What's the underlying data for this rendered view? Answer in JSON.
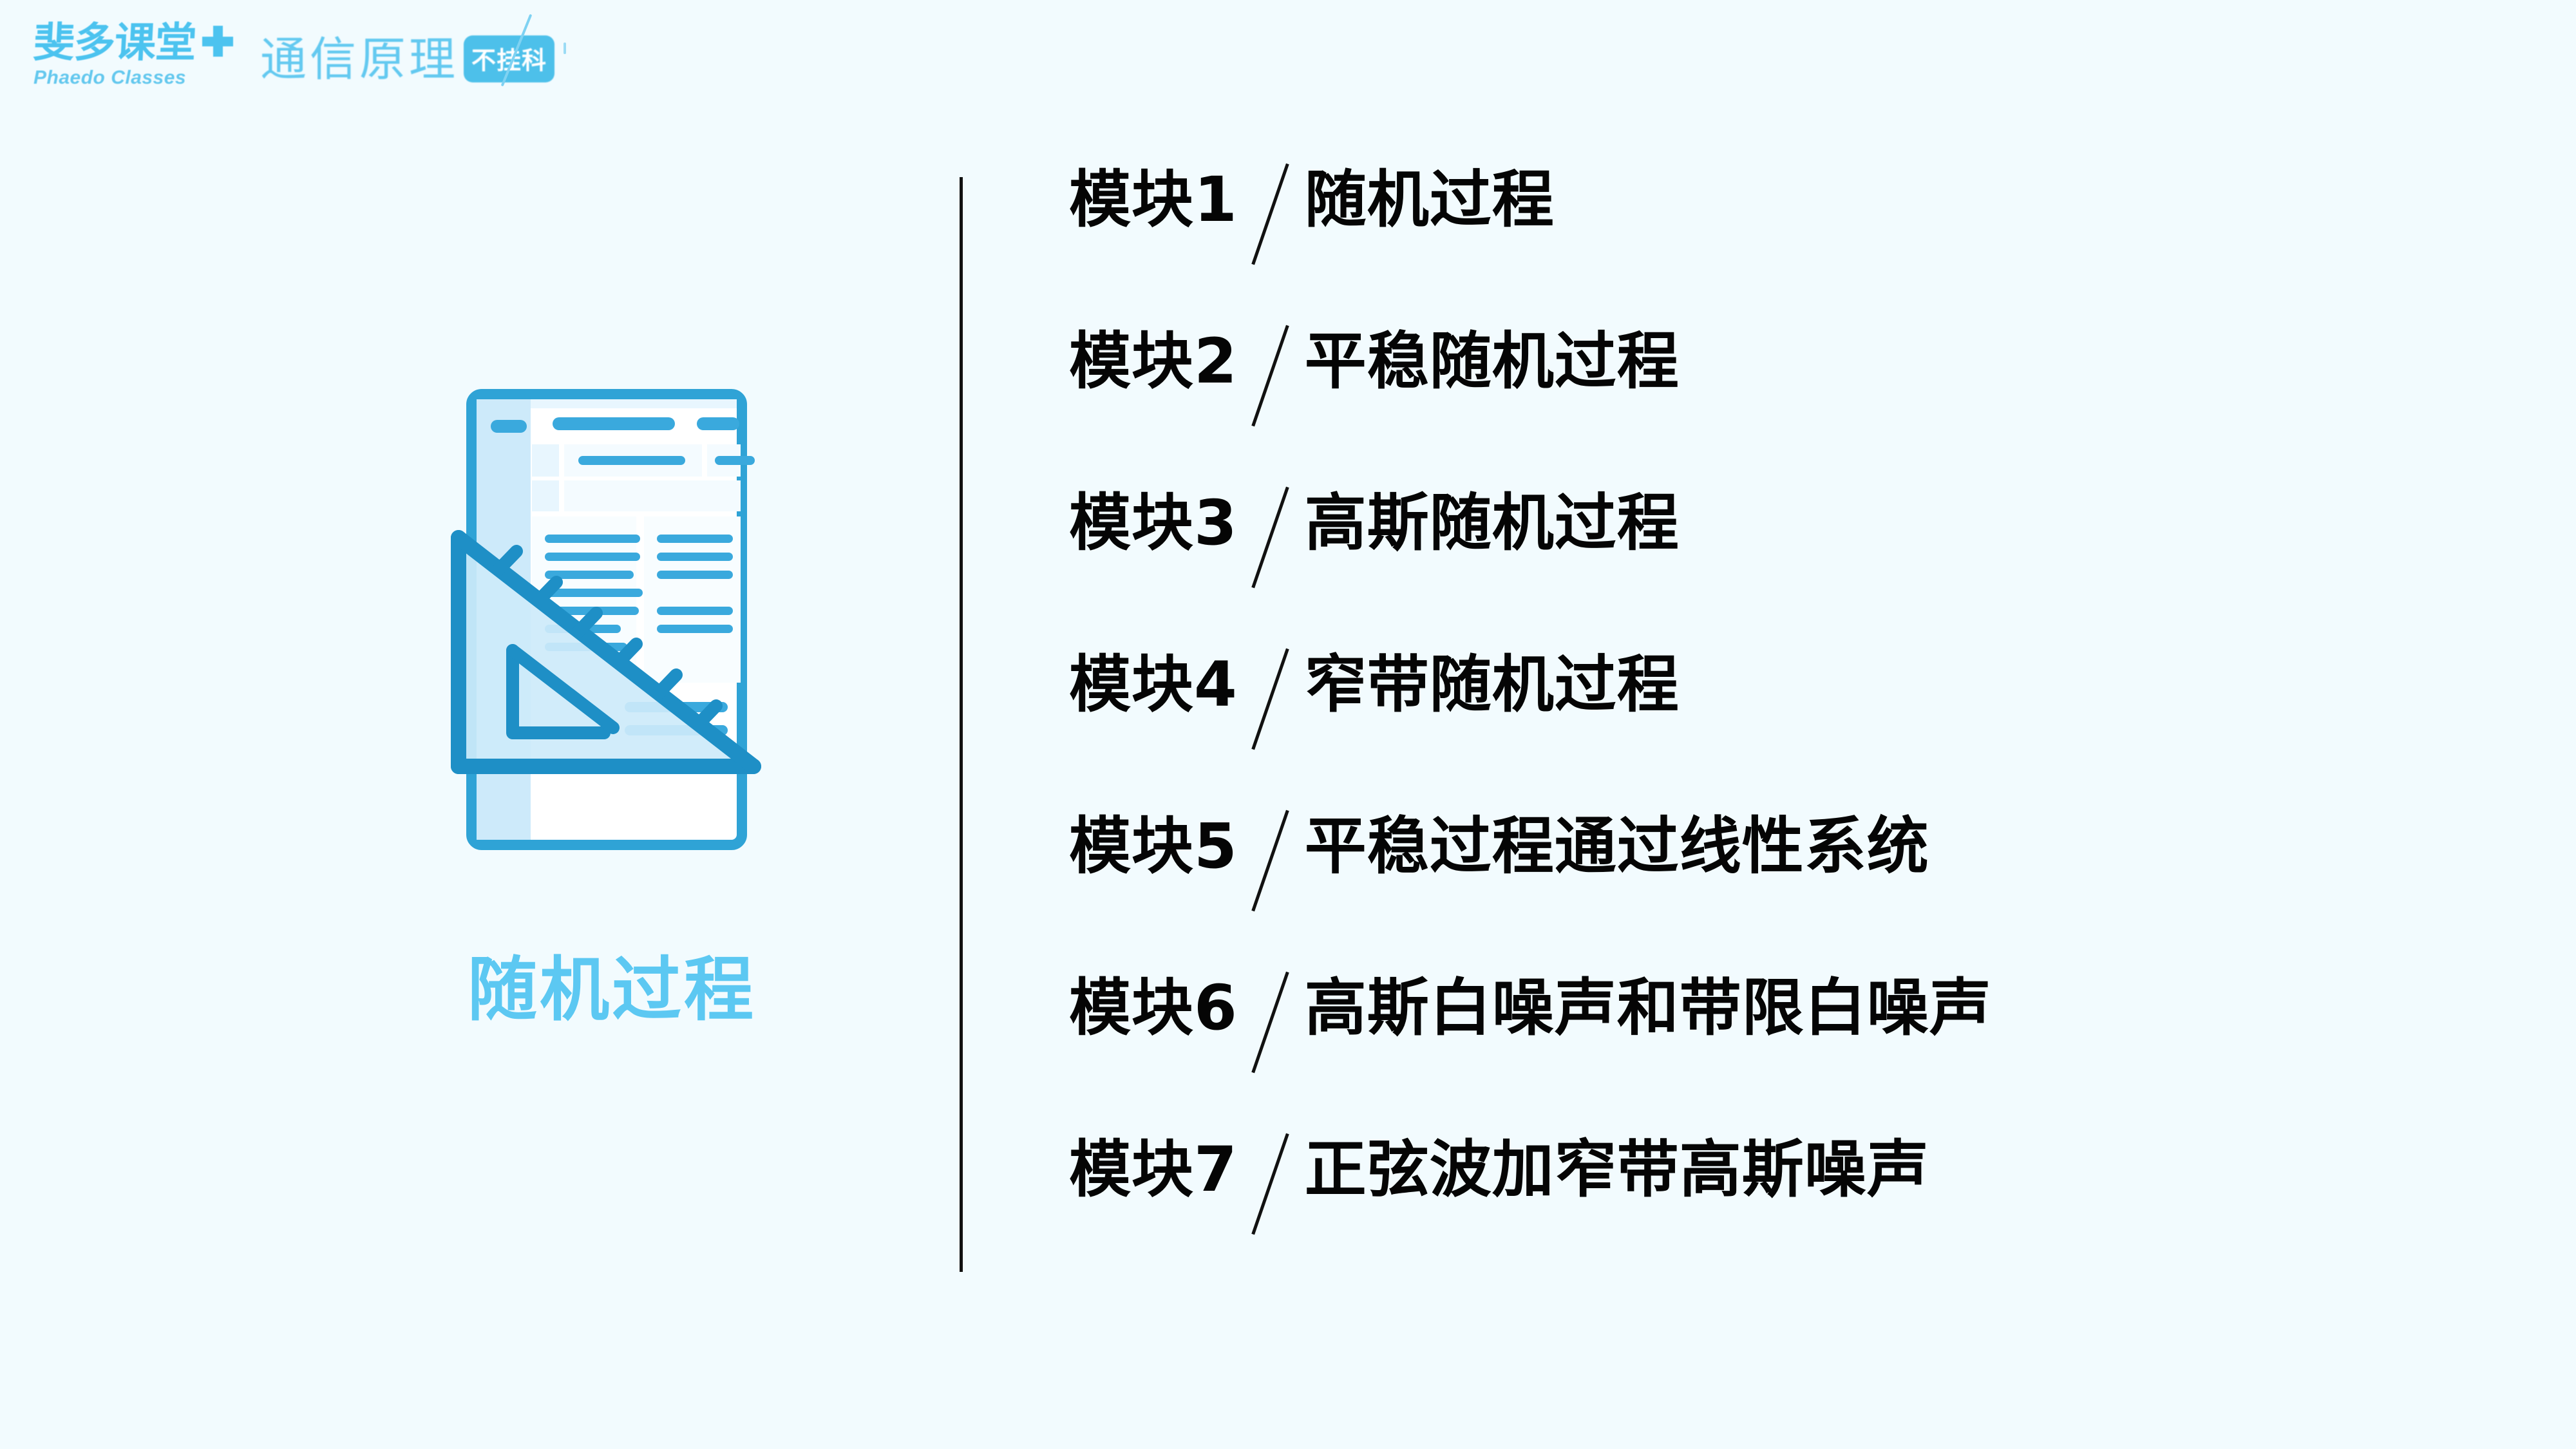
{
  "header": {
    "brand_cn": "斐多课堂",
    "brand_plus_icon": "plus-icon",
    "brand_en": "Phaedo Classes",
    "course_title": "通信原理",
    "course_badge": "不挂科",
    "decor_slash_icon": "diagonal-slash-icon"
  },
  "left_panel": {
    "illustration_icon": "document-with-triangle-ruler-icon",
    "topic_caption": "随机过程"
  },
  "divider": {
    "icon": "vertical-rule-icon"
  },
  "modules": [
    {
      "label": "模块1",
      "separator": "/",
      "title": "随机过程"
    },
    {
      "label": "模块2",
      "separator": "/",
      "title": "平稳随机过程"
    },
    {
      "label": "模块3",
      "separator": "/",
      "title": "高斯随机过程"
    },
    {
      "label": "模块4",
      "separator": "/",
      "title": "窄带随机过程"
    },
    {
      "label": "模块5",
      "separator": "/",
      "title": "平稳过程通过线性系统"
    },
    {
      "label": "模块6",
      "separator": "/",
      "title": "高斯白噪声和带限白噪声"
    },
    {
      "label": "模块7",
      "separator": "/",
      "title": "正弦波加窄带高斯噪声"
    }
  ],
  "colors": {
    "background": "#f2fbfe",
    "brand_blue": "#4cc3ef",
    "title_blue": "#63c9f0",
    "caption_blue": "#5cc8f2",
    "badge_blue": "#4dc0ea",
    "text_black": "#050505",
    "illustration_dark": "#1e8fc6",
    "illustration_mid": "#3aa9dd",
    "illustration_light": "#cdeafa"
  }
}
